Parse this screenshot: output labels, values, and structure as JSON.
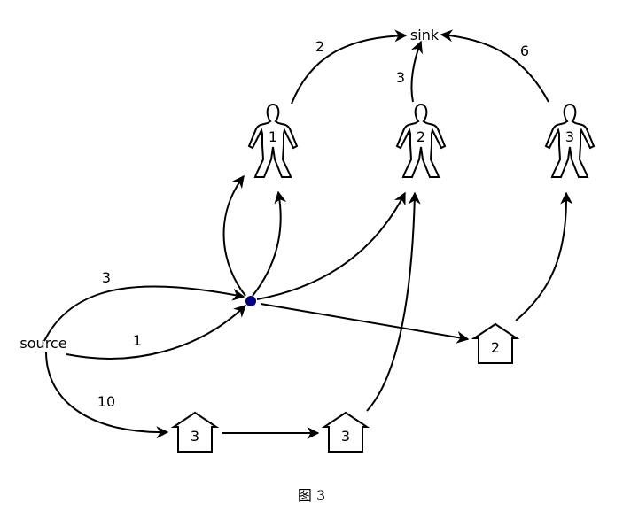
{
  "nodes": {
    "sink": "sink",
    "source": "source",
    "person_1": "1",
    "person_2": "2",
    "person_3": "3",
    "house_right": "2",
    "house_bottom_left": "3",
    "house_bottom_mid": "3"
  },
  "edge_labels": {
    "source_to_hub_top": "3",
    "source_to_hub_bottom": "1",
    "source_to_house": "10",
    "person1_to_sink": "2",
    "person2_to_sink": "3",
    "person3_to_sink": "6"
  },
  "caption": "图 3",
  "colors": {
    "hub": "#000080",
    "stroke": "#000000"
  }
}
